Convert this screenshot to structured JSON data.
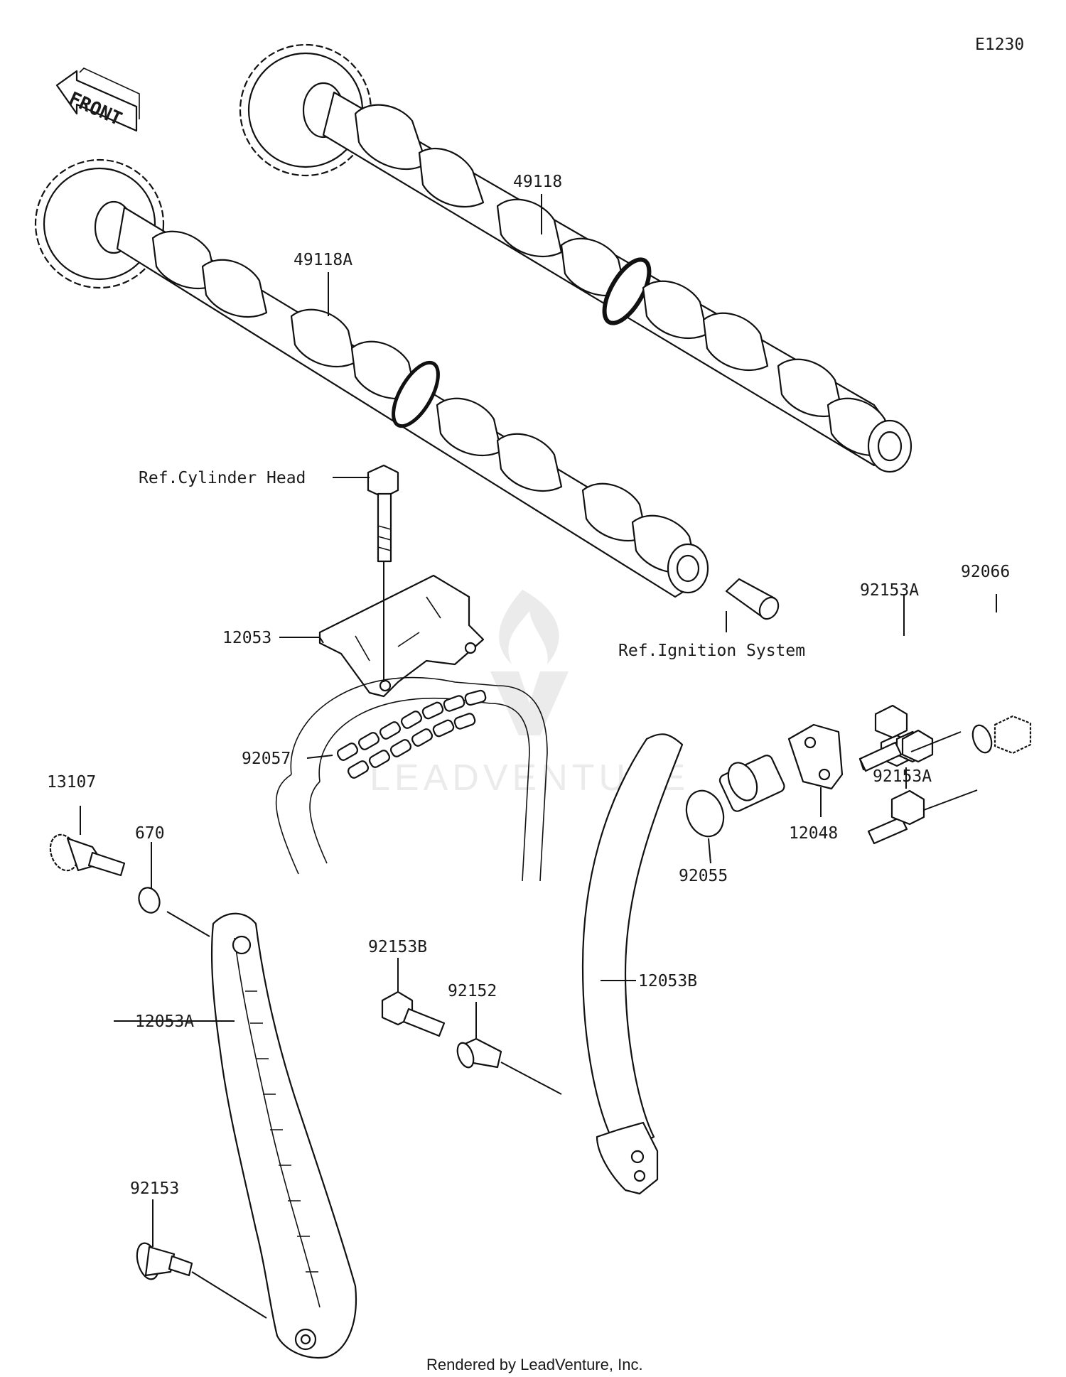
{
  "diagram_code": "E1230",
  "front_arrow_label": "FRONT",
  "footer": "Rendered by LeadVenture, Inc.",
  "watermark": "LEADVENTURE",
  "labels": {
    "p49118": "49118",
    "p49118A": "49118A",
    "ref_cyl": "Ref.Cylinder Head",
    "p12053": "12053",
    "ref_ign": "Ref.Ignition System",
    "p92153A_top": "92153A",
    "p92066": "92066",
    "p92153A_bot": "92153A",
    "p12048": "12048",
    "p92055": "92055",
    "p92057": "92057",
    "p13107": "13107",
    "p670": "670",
    "p12053A": "12053A",
    "p92153B": "92153B",
    "p92152": "92152",
    "p12053B": "12053B",
    "p92153": "92153"
  }
}
